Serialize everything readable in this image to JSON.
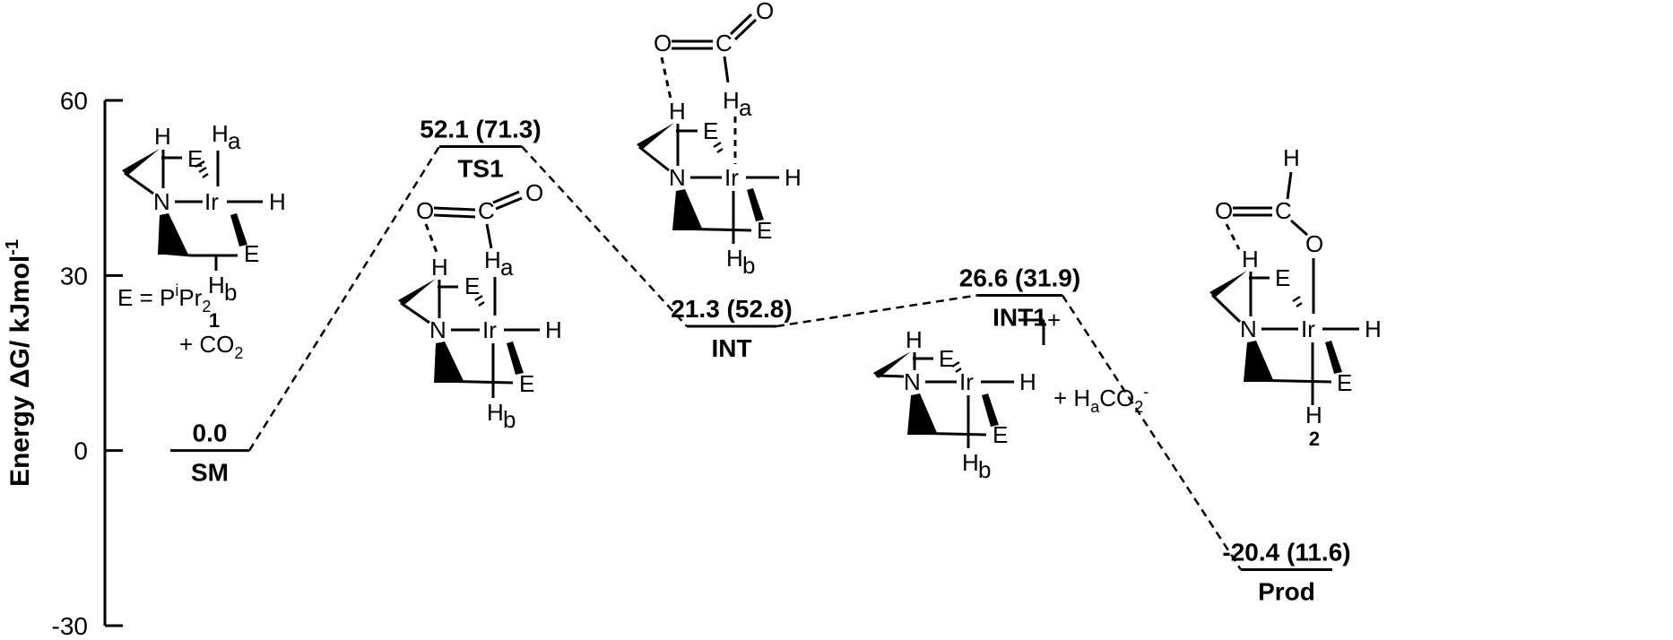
{
  "chart_data": {
    "type": "line",
    "ylabel": "Energy ΔG/ kJmol-1",
    "ylabel_main": "Energy ΔG/ kJmol",
    "ylabel_sup": "-1",
    "ylim": [
      -30,
      60
    ],
    "yticks": [
      60,
      30,
      0,
      -30
    ],
    "ytick_labels": [
      "60",
      "30",
      "0",
      "-30"
    ],
    "grid": false,
    "legend": "none",
    "states": [
      {
        "label": "SM",
        "value": 0.0,
        "energy_label": "0.0"
      },
      {
        "label": "TS1",
        "value": 52.1,
        "energy_label": "52.1 (71.3)"
      },
      {
        "label": "INT",
        "value": 21.3,
        "energy_label": "21.3 (52.8)"
      },
      {
        "label": "INT1",
        "value": 26.6,
        "energy_label": "26.6 (31.9)"
      },
      {
        "label": "Prod",
        "value": -20.4,
        "energy_label": "-20.4 (11.6)"
      }
    ],
    "annotations": {
      "e_def_pre": "E = P",
      "e_def_sup": "i",
      "e_def_mid": "Pr",
      "e_def_sub": "2",
      "compound_1": "1",
      "co2_plus": "+ CO",
      "co2_sub": "2",
      "formate_plus": "+ H",
      "formate_sub": "a",
      "formate_mid": "CO",
      "formate_sub2": "2",
      "formate_sup": "-",
      "cation_sign": "+",
      "compound_2": "2"
    }
  }
}
